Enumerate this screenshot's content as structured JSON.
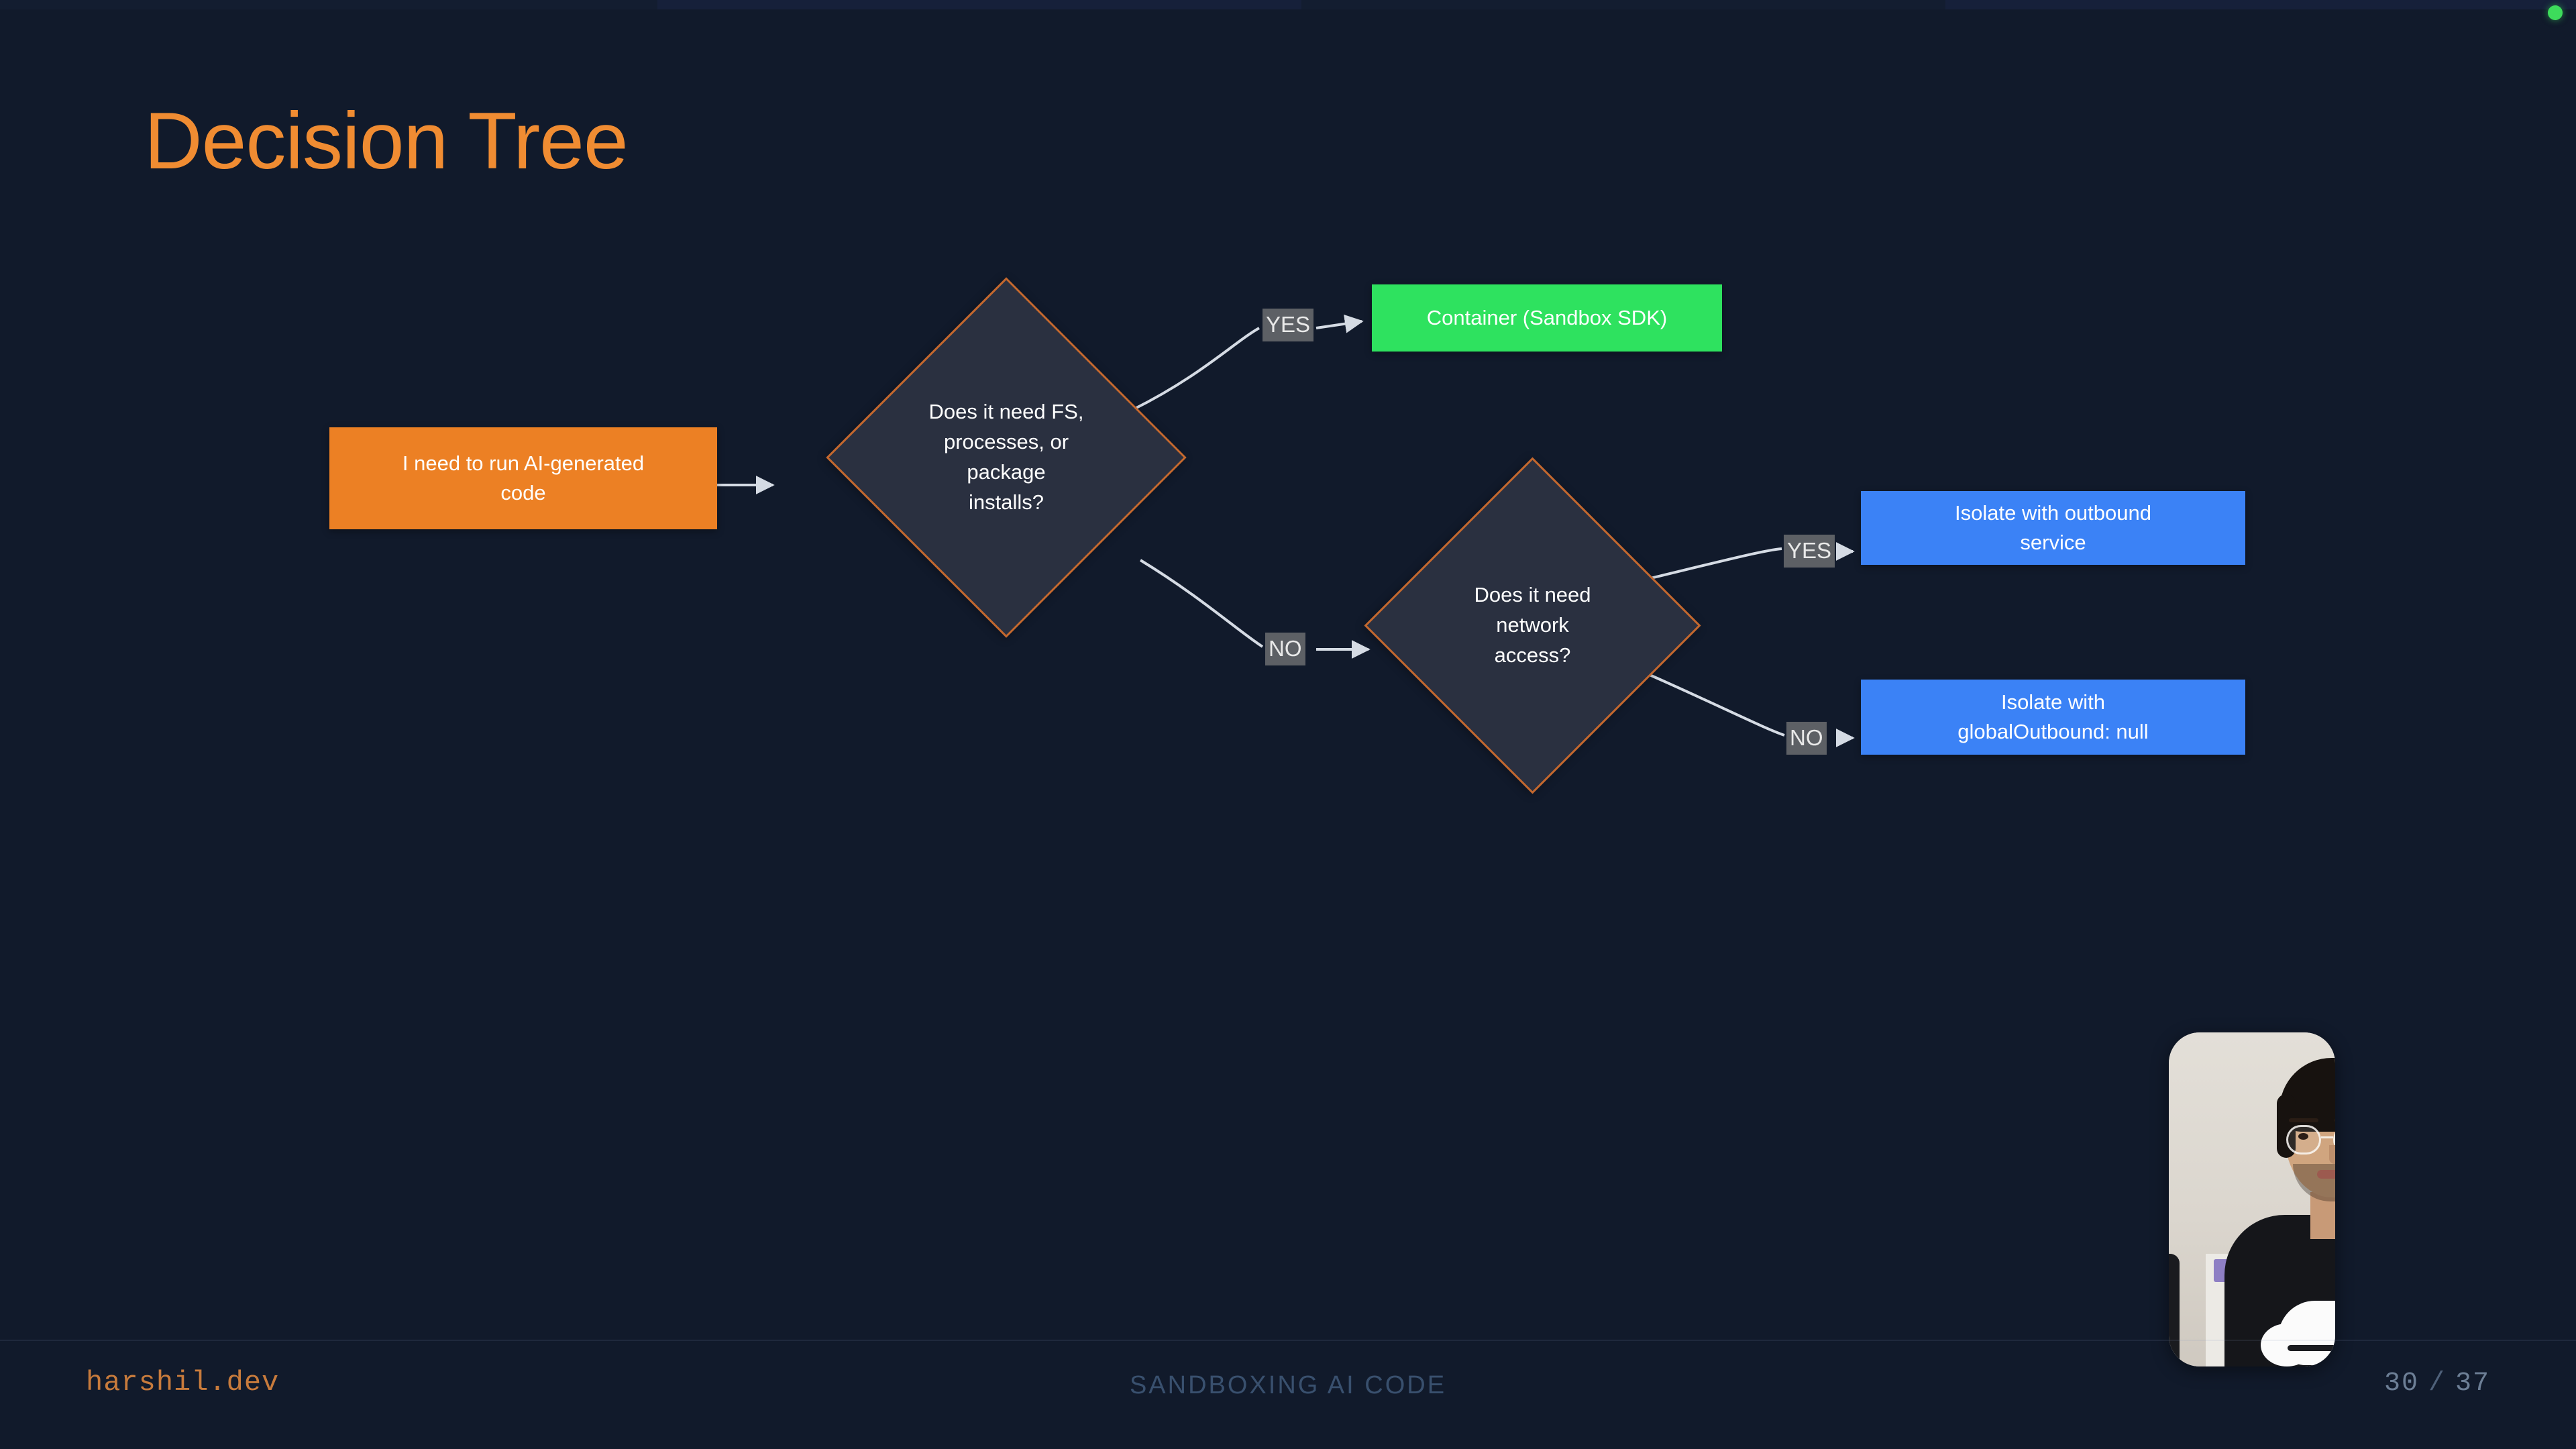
{
  "slide": {
    "title": "Decision Tree",
    "title_color": "#f08c32",
    "background_color": "#111a2b"
  },
  "recording": {
    "indicator": "recording-dot",
    "color": "#3ddc5b"
  },
  "chart_data": {
    "type": "diagram",
    "title": "Decision Tree",
    "nodes": [
      {
        "id": "start",
        "shape": "rect",
        "label": "I need to run AI-generated code",
        "color": "#ec8024"
      },
      {
        "id": "q1",
        "shape": "diamond",
        "label": "Does it need FS, processes, or package installs?",
        "color": "#2a3040",
        "border": "#c4682e"
      },
      {
        "id": "green",
        "shape": "rect",
        "label": "Container (Sandbox SDK)",
        "color": "#2ee25f"
      },
      {
        "id": "q2",
        "shape": "diamond",
        "label": "Does it need network access?",
        "color": "#2a3040",
        "border": "#c4682e"
      },
      {
        "id": "blue1",
        "shape": "rect",
        "label": "Isolate with outbound service",
        "color": "#3b82f6"
      },
      {
        "id": "blue2",
        "shape": "rect",
        "label": "Isolate with globalOutbound: null",
        "color": "#3b82f6"
      }
    ],
    "edges": [
      {
        "from": "start",
        "to": "q1",
        "label": ""
      },
      {
        "from": "q1",
        "to": "green",
        "label": "YES"
      },
      {
        "from": "q1",
        "to": "q2",
        "label": "NO"
      },
      {
        "from": "q2",
        "to": "blue1",
        "label": "YES"
      },
      {
        "from": "q2",
        "to": "blue2",
        "label": "NO"
      }
    ]
  },
  "nodes": {
    "start": {
      "line1": "I need to run AI-generated",
      "line2": "code"
    },
    "q1": {
      "line1": "Does it need FS,",
      "line2": "processes, or package",
      "line3": "installs?"
    },
    "green": {
      "label": "Container (Sandbox SDK)"
    },
    "q2": {
      "line1": "Does it need network",
      "line2": "access?"
    },
    "blue1": {
      "line1": "Isolate with outbound",
      "line2": "service"
    },
    "blue2": {
      "line1": "Isolate with",
      "line2": "globalOutbound: null"
    }
  },
  "edge_labels": {
    "yes1": "YES",
    "no1": "NO",
    "yes2": "YES",
    "no2": "NO"
  },
  "footer": {
    "brand": "harshil.dev",
    "deck_title": "SANDBOXING AI CODE",
    "current_page": "30",
    "separator": "/",
    "total_pages": "37"
  }
}
